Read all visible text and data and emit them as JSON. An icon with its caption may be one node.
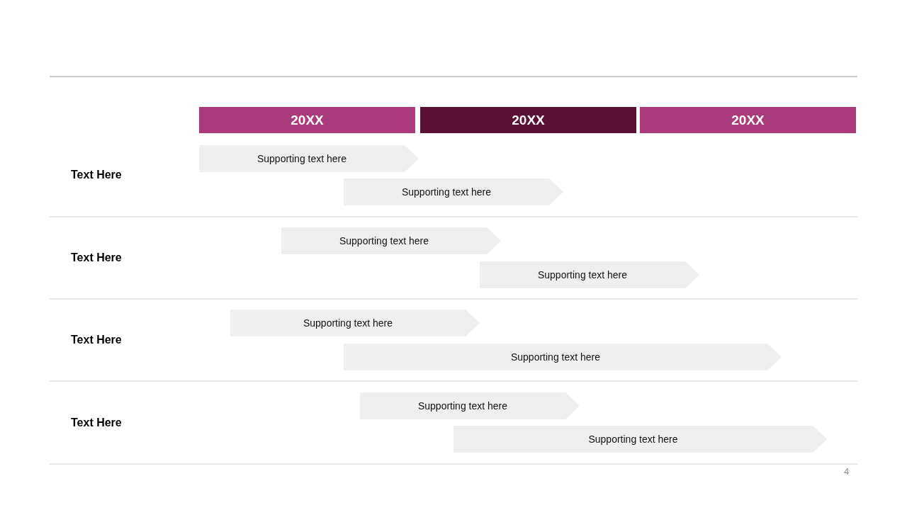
{
  "diagram": {
    "nodes": [
      {
        "text": [
          "20XX"
        ]
      },
      {
        "text": [
          "20XX"
        ]
      },
      {
        "text": [
          "20XX"
        ]
      },
      {
        "text": [
          "Supporting text here"
        ]
      },
      {
        "text": [
          "Supporting text here"
        ]
      },
      {
        "text": [
          "Supporting text here"
        ]
      },
      {
        "text": [
          "Supporting text here"
        ]
      },
      {
        "text": [
          "Supporting text here"
        ]
      },
      {
        "text": [
          "Supporting text here"
        ]
      },
      {
        "text": [
          "Supporting text here"
        ]
      },
      {
        "text": [
          "Supporting text here"
        ]
      }
    ],
    "edges": [],
    "labels": [
      "Text Here",
      "Text Here",
      "Text Here",
      "Text Here",
      "4"
    ]
  }
}
